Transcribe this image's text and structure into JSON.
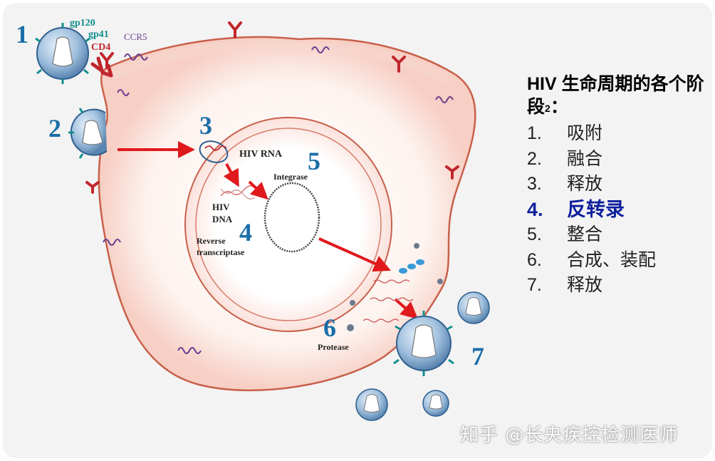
{
  "diagram": {
    "stage_numbers": {
      "s1": "1",
      "s2": "2",
      "s3": "3",
      "s4": "4",
      "s5": "5",
      "s6": "6",
      "s7": "7"
    },
    "labels": {
      "gp120": "gp120",
      "gp41": "gp41",
      "cd4": "CD4",
      "ccr5": "CCR5",
      "hiv_rna": "HIV RNA",
      "integrase": "Integrase",
      "hiv": "HIV",
      "dna": "DNA",
      "reverse": "Reverse",
      "transcriptase": "transcriptase",
      "protease": "Protease"
    },
    "colors": {
      "stage_number": "#1a6ea8",
      "arrow": "#e0191d",
      "cell_membrane": "#c8604a",
      "cd4": "#c0272d",
      "ccr5": "#6a3d8f",
      "gp_label": "#0f8b8b"
    }
  },
  "panel": {
    "title_main": "HIV 生命周期的各个阶段",
    "title_sup": "2",
    "title_colon": "：",
    "steps": [
      {
        "num": "1.",
        "label": "吸附"
      },
      {
        "num": "2.",
        "label": "融合"
      },
      {
        "num": "3.",
        "label": "释放"
      },
      {
        "num": "4.",
        "label": "反转录"
      },
      {
        "num": "5.",
        "label": "整合"
      },
      {
        "num": "6.",
        "label": "合成、装配"
      },
      {
        "num": "7.",
        "label": "释放"
      }
    ],
    "active_step": 4
  },
  "watermark": "知乎 @长央疾控检测医师"
}
